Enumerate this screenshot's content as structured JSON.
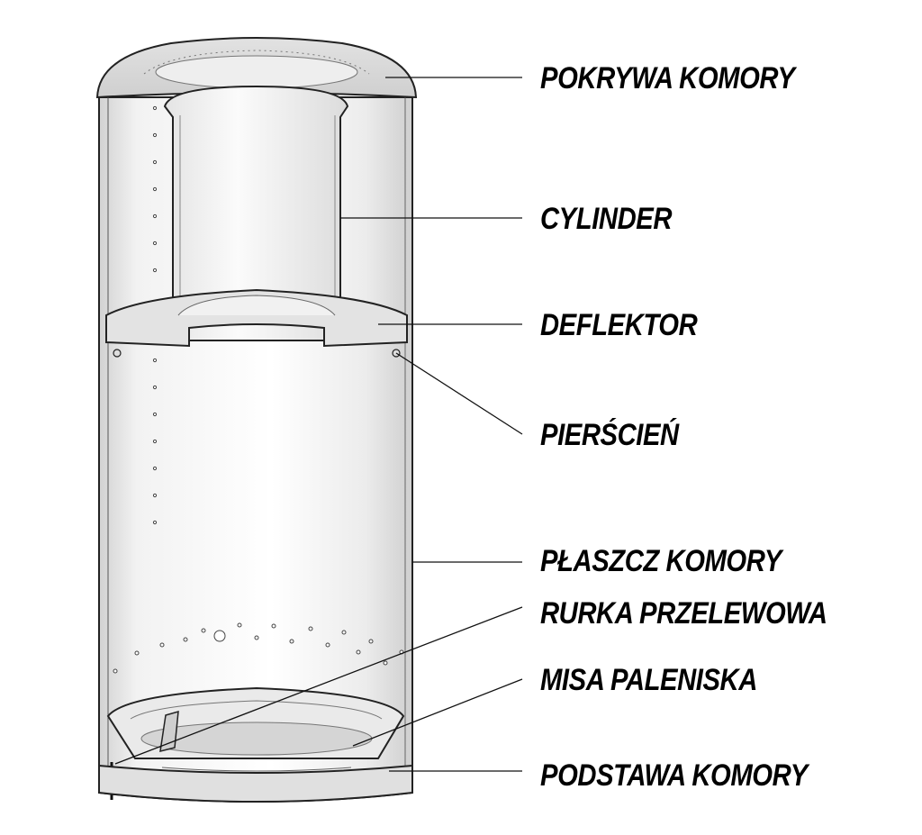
{
  "labels": {
    "pokrywa_komory": "POKRYWA KOMORY",
    "cylinder": "CYLINDER",
    "deflektor": "DEFLEKTOR",
    "pierscien": "PIERŚCIEŃ",
    "plaszcz_komory": "PŁASZCZ KOMORY",
    "rurka_przelewowa": "RURKA PRZELEWOWA",
    "misa_paleniska": "MISA PALENISKA",
    "podstawa_komory": "PODSTAWA KOMORY"
  },
  "colors": {
    "outline": "#222222",
    "shell_light": "#f6f6f6",
    "shell_mid": "#e6e6e6",
    "shell_dark": "#c9c9c9",
    "leader": "#111111"
  }
}
